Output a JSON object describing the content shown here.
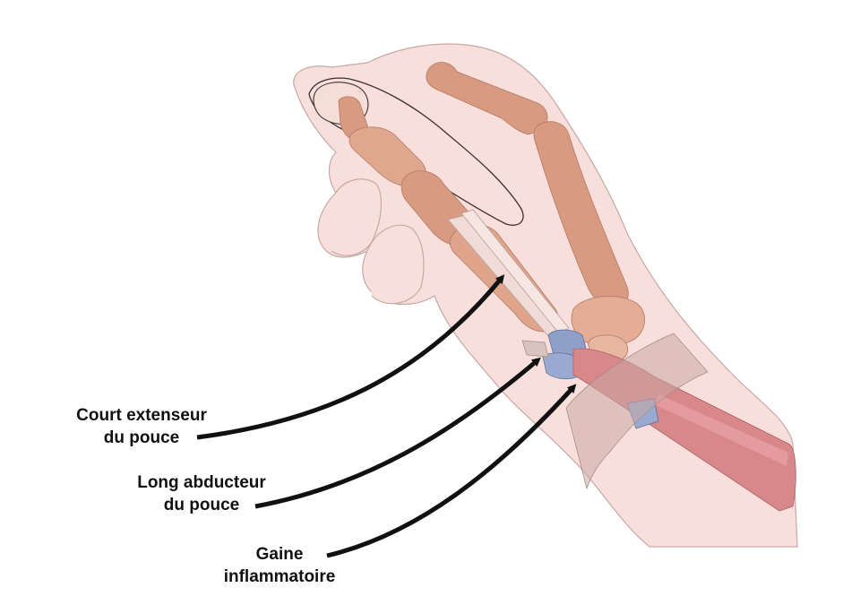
{
  "labels": [
    {
      "line1": "Court extenseur",
      "line2": "du pouce"
    },
    {
      "line1": "Long abducteur",
      "line2": "du pouce"
    },
    {
      "line1": "Gaine",
      "line2": "inflammatoire"
    }
  ],
  "colors": {
    "skin": "#f8dfdb",
    "skin_outline": "#c4a9a4",
    "bone": "#d99a82",
    "bone_light": "#e5ad95",
    "tendon": "#efdcd6",
    "tendon_sheath_blue": "#8fa0c8",
    "muscle": "#d9888a",
    "sheath_overlay": "#c9a8a4",
    "arrow": "#111111"
  }
}
